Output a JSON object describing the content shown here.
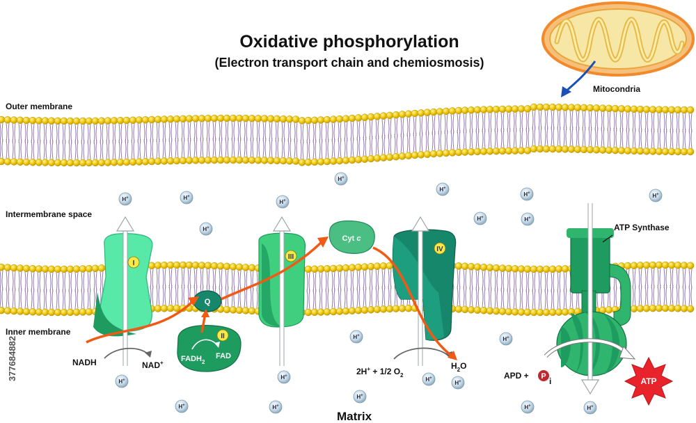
{
  "title": "Oxidative phosphorylation",
  "subtitle": "(Electron transport chain and chemiosmosis)",
  "labels": {
    "mitochondria": "Mitocondria",
    "outer_membrane": "Outer membrane",
    "intermembrane_space": "Intermembrane space",
    "inner_membrane": "Inner membrane",
    "matrix": "Matrix",
    "atp_synthase": "ATP Synthase"
  },
  "complexes": {
    "c1": "I",
    "c2": "II",
    "c3": "III",
    "c4": "IV",
    "q": "Q",
    "cyt": "Cyt",
    "cyt_italic": "c"
  },
  "reactions": {
    "nadh": "NADH",
    "nad": "NAD",
    "nad_sup": "+",
    "fadh2": "FADH",
    "fadh2_sub": "2",
    "fad": "FAD",
    "water_eq_main": "2H",
    "water_eq_sup": "+",
    "water_eq_mid": " + 1/2 O",
    "water_eq_sub": "2",
    "h2o_h": "H",
    "h2o_sub": "2",
    "h2o_o": "O",
    "apd": "APD +",
    "p": "P",
    "p_sub": "i",
    "atp": "ATP"
  },
  "ion": {
    "label": "H",
    "sup": "+"
  },
  "watermark": "377684882",
  "colors": {
    "membrane_head": "#f2cc12",
    "membrane_tail": "#8a6aa8",
    "complex_light": "#58e8a8",
    "complex_dark": "#1e9b5e",
    "complex_teal": "#17876c",
    "electron_path": "#f05a14",
    "atp_star": "#e8232b",
    "phosphate": "#c0262e",
    "mito_outer": "#f08a2c",
    "mito_inner": "#f3dd74",
    "mito_arrow": "#1b4fb8"
  }
}
